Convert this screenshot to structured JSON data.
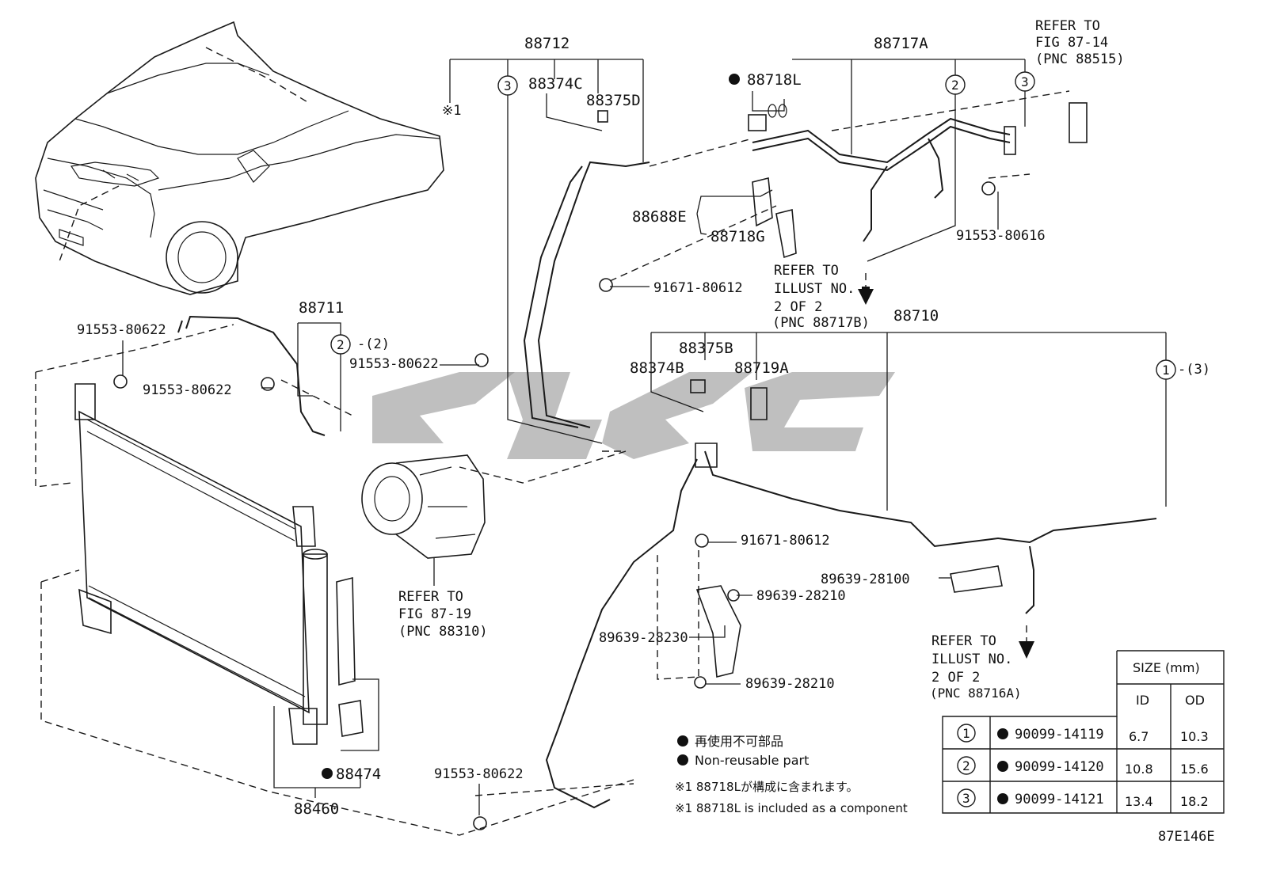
{
  "figure_id": "87E146E",
  "parts": {
    "p88712": "88712",
    "p88374C": "88374C",
    "p88375D": "88375D",
    "ref1": "※1",
    "c3a": "3",
    "p88717A": "88717A",
    "p88718L": "88718L",
    "c2a": "2",
    "c3b": "3",
    "refer_fig87_14": [
      "REFER TO",
      "FIG 87-14",
      "(PNC 88515)"
    ],
    "p88688E": "88688E",
    "p88718G": "88718G",
    "p91553_80616": "91553-80616",
    "refer_illust_a": [
      "REFER TO",
      "ILLUST NO.",
      "2 OF 2",
      "(PNC 88717B)"
    ],
    "p91671_80612_a": "91671-80612",
    "p88711": "88711",
    "c2b": "2",
    "c2b_suffix": "-(2)",
    "p91553_80622_a": "91553-80622",
    "p91553_80622_b": "91553-80622",
    "p91553_80622_c": "91553-80622",
    "p88710": "88710",
    "p88375B": "88375B",
    "p88374B": "88374B",
    "p88719A": "88719A",
    "c1a": "1",
    "c1a_suffix": "-(3)",
    "refer_fig87_19": [
      "REFER TO",
      "FIG 87-19",
      "(PNC 88310)"
    ],
    "p91671_80612_b": "91671-80612",
    "p89639_28100": "89639-28100",
    "p89639_28210_a": "89639-28210",
    "p89639_28230": "89639-28230",
    "p89639_28210_b": "89639-28210",
    "refer_illust_b": [
      "REFER TO",
      "ILLUST NO.",
      "2 OF 2",
      "(PNC 88716A)"
    ],
    "p88474": "88474",
    "p88460": "88460",
    "p91553_80622_d": "91553-80622"
  },
  "notes": {
    "legend_jp": "再使用不可部品",
    "legend_en": "Non-reusable part",
    "note1_jp": "※1 88718Lが構成に含まれます。",
    "note1_en": "※1 88718L is included as a component"
  },
  "size_table": {
    "title": "SIZE (mm)",
    "col_id": "ID",
    "col_od": "OD",
    "rows": [
      {
        "mark": "1",
        "part": "90099-14119",
        "id": "6.7",
        "od": "10.3"
      },
      {
        "mark": "2",
        "part": "90099-14120",
        "id": "10.8",
        "od": "15.6"
      },
      {
        "mark": "3",
        "part": "90099-14121",
        "id": "13.4",
        "od": "18.2"
      }
    ]
  },
  "colors": {
    "ink": "#1a1a1a",
    "watermark": "#8a8a8a"
  }
}
